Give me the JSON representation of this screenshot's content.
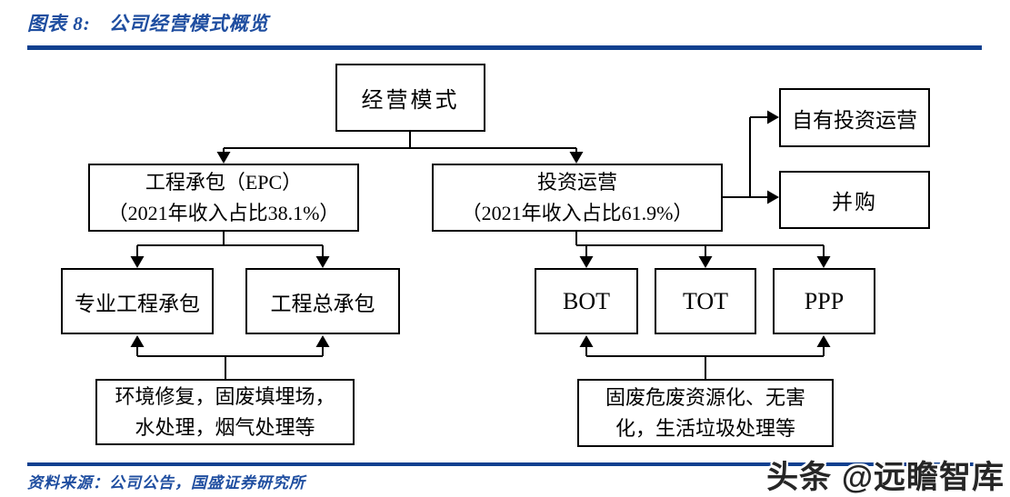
{
  "header": {
    "label": "图表 8:",
    "title": "公司经营模式概览"
  },
  "source": {
    "text": "资料来源：公司公告，国盛证券研究所"
  },
  "watermark": {
    "text": "头条 @远瞻智库"
  },
  "colors": {
    "accent_blue": "#1F4EA0",
    "rule_blue": "#10408F",
    "line_black": "#000000",
    "box_background": "#FFFFFF"
  },
  "diagram": {
    "root": {
      "label": "经营模式"
    },
    "epc": {
      "line1": "工程承包（EPC）",
      "line2": "（2021年收入占比38.1%）"
    },
    "invest": {
      "line1": "投资运营",
      "line2": "（2021年收入占比61.9%）"
    },
    "own_invest": {
      "label": "自有投资运营"
    },
    "merger": {
      "label": "并购"
    },
    "professional_contracting": {
      "label": "专业工程承包"
    },
    "general_contracting": {
      "label": "工程总承包"
    },
    "epc_scope": {
      "line1": "环境修复，固废填埋场，",
      "line2": "水处理，烟气处理等"
    },
    "bot": {
      "label": "BOT"
    },
    "tot": {
      "label": "TOT"
    },
    "ppp": {
      "label": "PPP"
    },
    "invest_scope": {
      "line1": "固废危废资源化、无害",
      "line2": "化，生活垃圾处理等"
    }
  }
}
